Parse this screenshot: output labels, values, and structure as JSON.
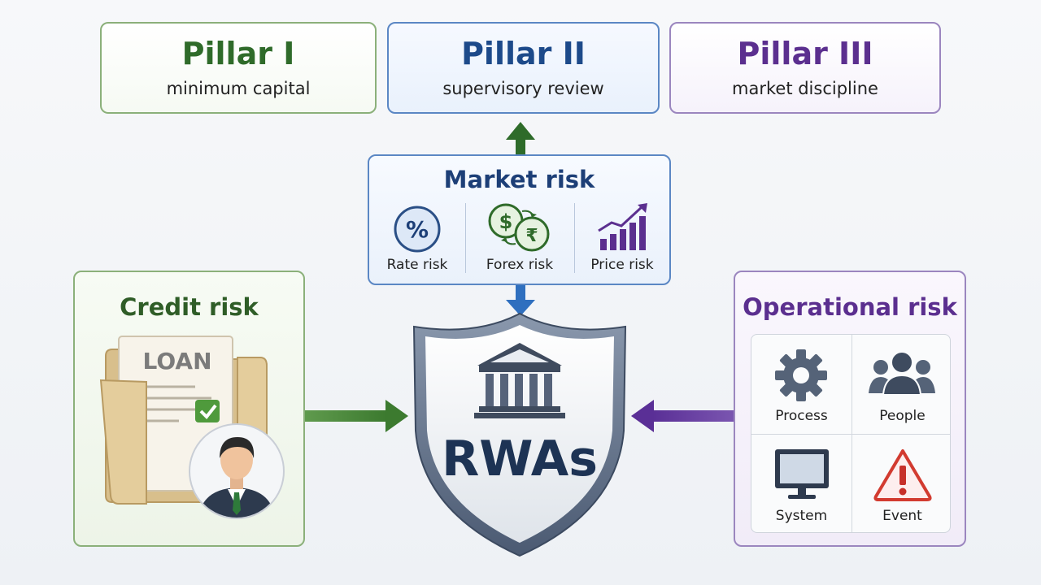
{
  "pillars": [
    {
      "title": "Pillar I",
      "subtitle": "minimum capital"
    },
    {
      "title": "Pillar II",
      "subtitle": "supervisory review"
    },
    {
      "title": "Pillar III",
      "subtitle": "market discipline"
    }
  ],
  "market_risk": {
    "title": "Market risk",
    "items": [
      {
        "label": "Rate risk",
        "icon": "percent-icon"
      },
      {
        "label": "Forex risk",
        "icon": "currency-exchange-icon"
      },
      {
        "label": "Price risk",
        "icon": "rising-bar-chart-icon"
      }
    ]
  },
  "credit_risk": {
    "title": "Credit risk",
    "document_label": "LOAN",
    "icons": [
      "loan-document-icon",
      "checkmark-icon",
      "person-avatar-icon"
    ]
  },
  "operational_risk": {
    "title": "Operational risk",
    "items": [
      {
        "label": "Process",
        "icon": "gear-icon"
      },
      {
        "label": "People",
        "icon": "people-group-icon"
      },
      {
        "label": "System",
        "icon": "computer-monitor-icon"
      },
      {
        "label": "Event",
        "icon": "warning-triangle-icon"
      }
    ]
  },
  "center": {
    "label": "RWAs",
    "icons": [
      "shield-icon",
      "bank-building-icon"
    ]
  },
  "colors": {
    "green": "#2f6b2a",
    "blue": "#1d4a8a",
    "purple": "#5b2f8f",
    "navy": "#1d3354"
  }
}
